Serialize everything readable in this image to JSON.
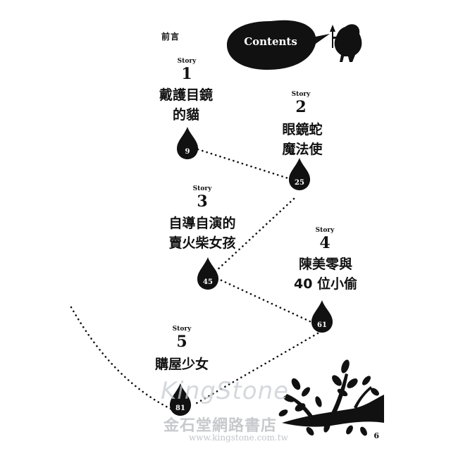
{
  "header": {
    "preface_label": "前言",
    "contents_label": "Contents"
  },
  "stories": [
    {
      "label": "Story",
      "number": "1",
      "title_lines": [
        "戴護目鏡",
        "的貓"
      ],
      "page": "9"
    },
    {
      "label": "Story",
      "number": "2",
      "title_lines": [
        "眼鏡蛇",
        "魔法使"
      ],
      "page": "25"
    },
    {
      "label": "Story",
      "number": "3",
      "title_lines": [
        "自導自演的",
        "賣火柴女孩"
      ],
      "page": "45"
    },
    {
      "label": "Story",
      "number": "4",
      "title_lines": [
        "陳美零與",
        "40 位小偷"
      ],
      "page": "61"
    },
    {
      "label": "Story",
      "number": "5",
      "title_lines": [
        "購屋少女"
      ],
      "page": "81"
    }
  ],
  "footer": {
    "page_number": "6"
  },
  "watermark": {
    "brand": "KingStone",
    "chinese": "金石堂網路書店",
    "url": "www.kingstone.com.tw"
  },
  "colors": {
    "ink": "#111111",
    "background": "#ffffff",
    "watermark": "#c8ccd2"
  },
  "icons": [
    "flame-icon",
    "speech-bubble-icon",
    "witch-silhouette-icon",
    "tree-branch-icon"
  ]
}
